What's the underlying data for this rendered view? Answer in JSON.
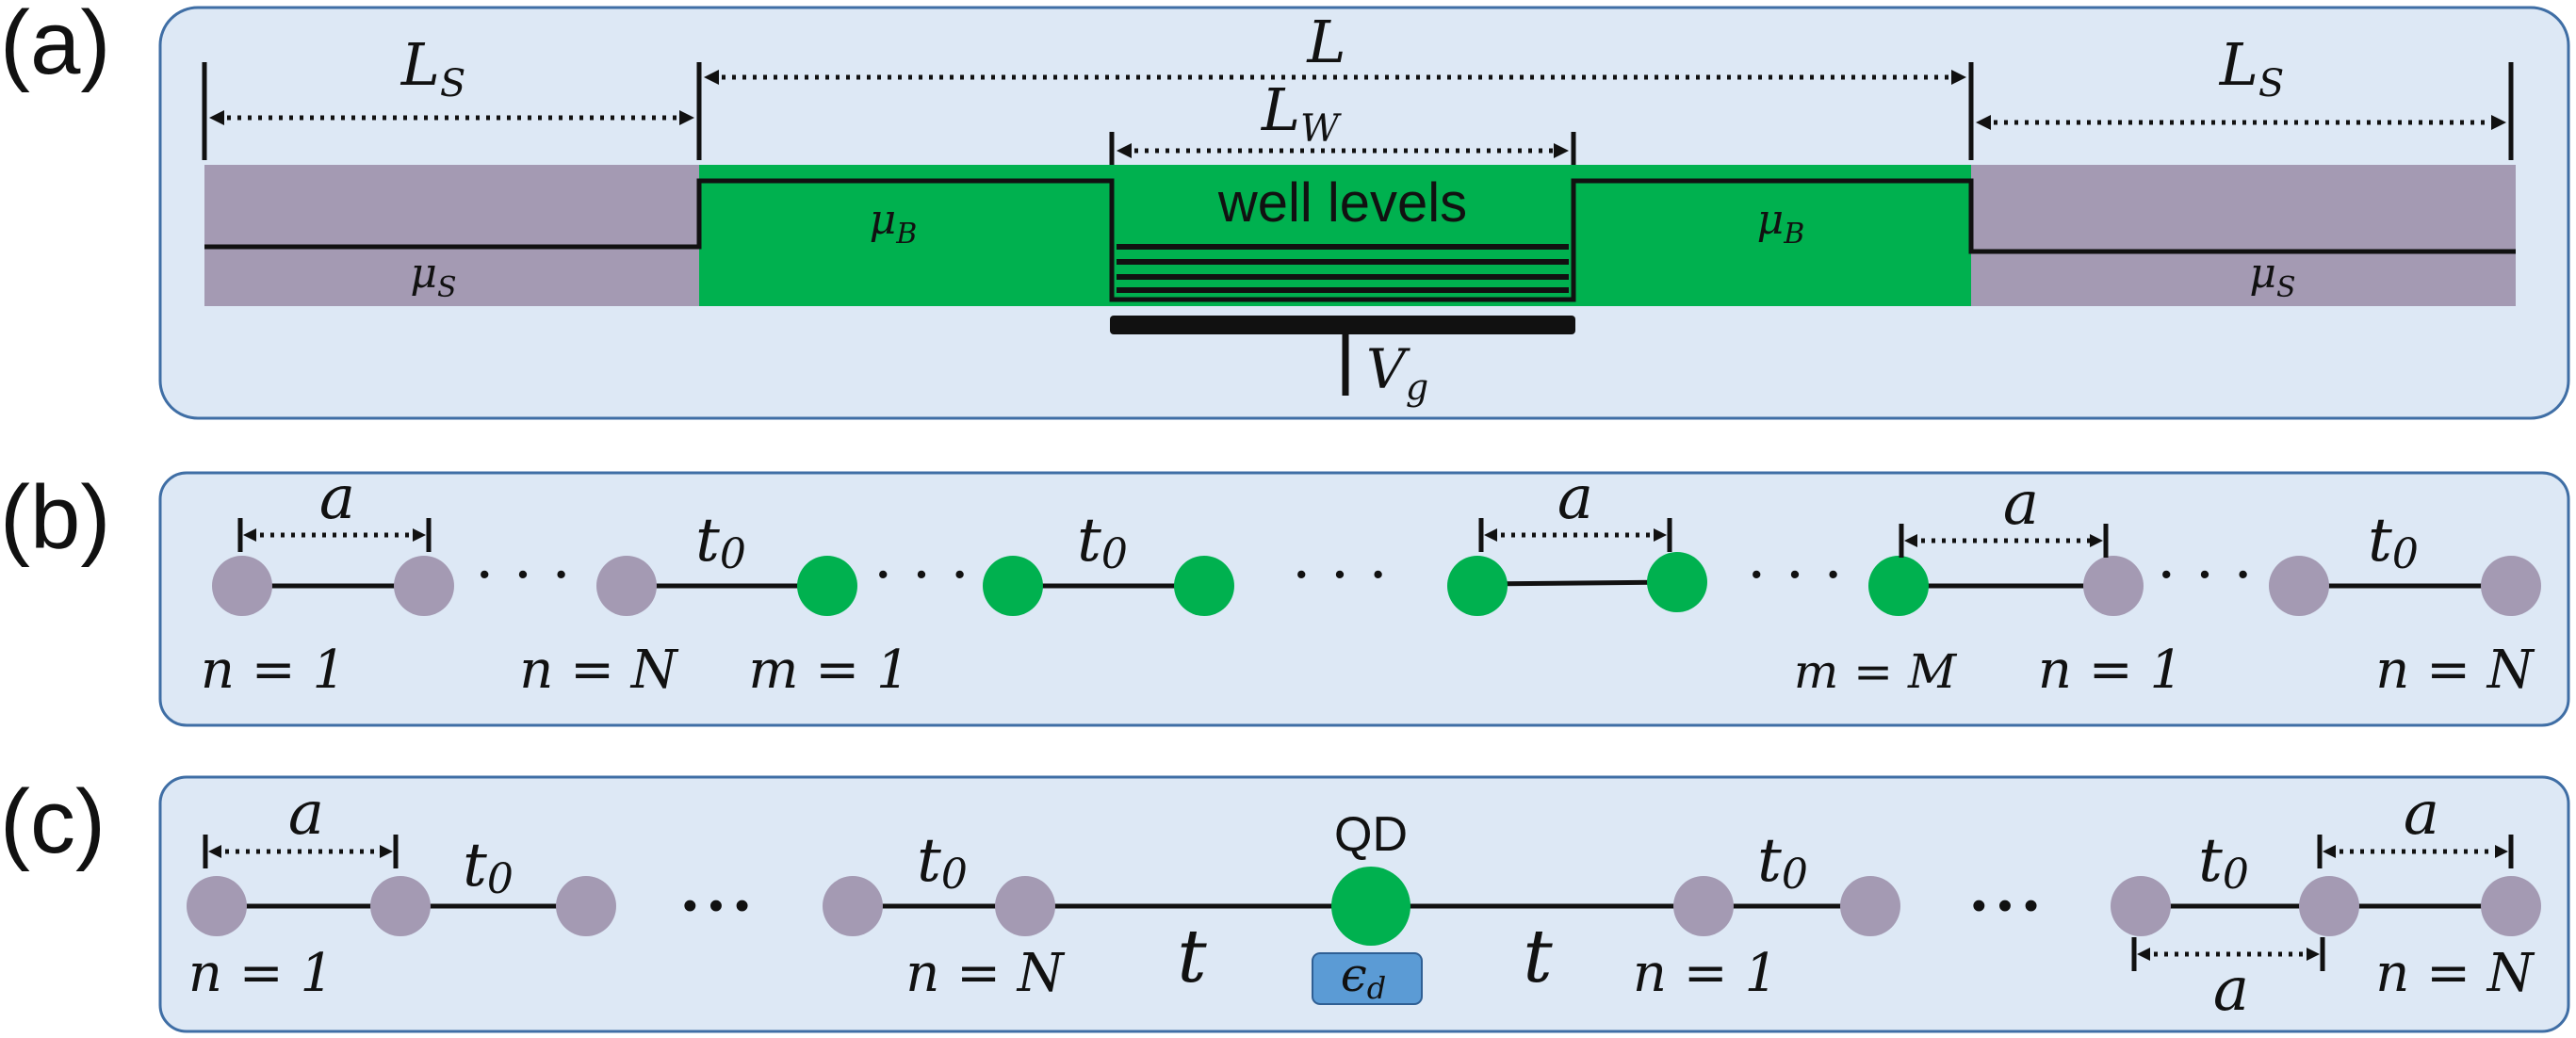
{
  "panel_a": {
    "label": "(a)",
    "ls_left": "L",
    "ls_left_sub": "S",
    "l_center": "L",
    "ls_right": "L",
    "ls_right_sub": "S",
    "lw": "L",
    "lw_sub": "W",
    "well_text": "well levels",
    "mu_b_left": "μ",
    "mu_b_left_sub": "B",
    "mu_b_right": "μ",
    "mu_b_right_sub": "B",
    "mu_s_left": "μ",
    "mu_s_left_sub": "S",
    "mu_s_right": "μ",
    "mu_s_right_sub": "S",
    "vg": "V",
    "vg_sub": "g"
  },
  "panel_b": {
    "label": "(b)",
    "a1": "a",
    "a2": "a",
    "a3": "a",
    "t0_1": "t",
    "t0_1_sub": "0",
    "t0_2": "t",
    "t0_2_sub": "0",
    "t0_3": "t",
    "t0_3_sub": "0",
    "n1_left": "n = 1",
    "nN_left": "n = N",
    "m1": "m = 1",
    "mM": "m = M",
    "n1_right": "n = 1",
    "nN_right": "n = N",
    "ellipsis": "· · ·"
  },
  "panel_c": {
    "label": "(c)",
    "a_left": "a",
    "a_right_top": "a",
    "a_right_bottom": "a",
    "t0_1": "t",
    "t0_1_sub": "0",
    "t0_2": "t",
    "t0_2_sub": "0",
    "t0_3": "t",
    "t0_3_sub": "0",
    "t0_4": "t",
    "t0_4_sub": "0",
    "t_left": "t",
    "t_right": "t",
    "qd": "QD",
    "eps": "ϵ",
    "eps_sub": "d",
    "n1_left": "n = 1",
    "nN_left": "n = N",
    "n1_right": "n = 1",
    "nN_right": "n = N",
    "dots": "•  •  •"
  },
  "colors": {
    "panel_bg": "#dde8f5",
    "panel_border": "#3f6ea5",
    "lead_purple": "#a49ab3",
    "well_green": "#00b14f",
    "eps_box": "#5b9bd5"
  }
}
